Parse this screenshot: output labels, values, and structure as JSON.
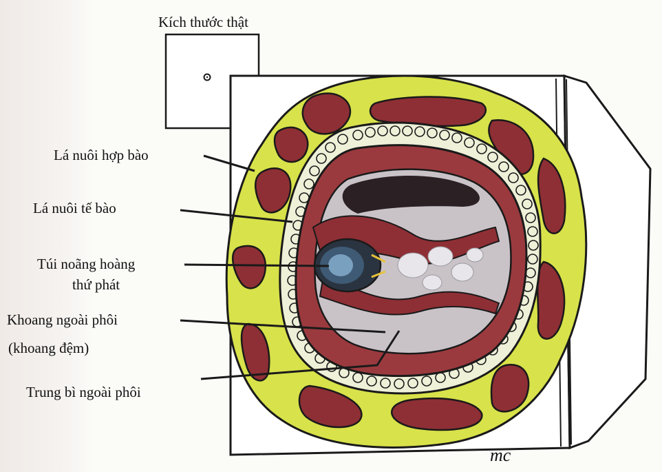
{
  "title": "Kích thước thật",
  "labels": {
    "syncytiotrophoblast": "Lá nuôi hợp bào",
    "cytotrophoblast": "Lá nuôi tế bào",
    "secondary_yolk_sac_line1": "Túi noãng hoàng",
    "secondary_yolk_sac_line2": "thứ phát",
    "extraembryonic_coelom_line1": "Khoang ngoài phôi",
    "extraembryonic_coelom_line2": "(khoang đệm)",
    "extraembryonic_mesoderm": "Trung bì ngoài phôi"
  },
  "signature": "mc",
  "colors": {
    "syncytio_yellow": "#d8e24a",
    "lacunae_red": "#8e2f35",
    "mesoderm_red": "#9b3a3e",
    "cavity_dark": "#2b2024",
    "cavity_light": "#c9c3c8",
    "outline": "#1a1a1a"
  }
}
